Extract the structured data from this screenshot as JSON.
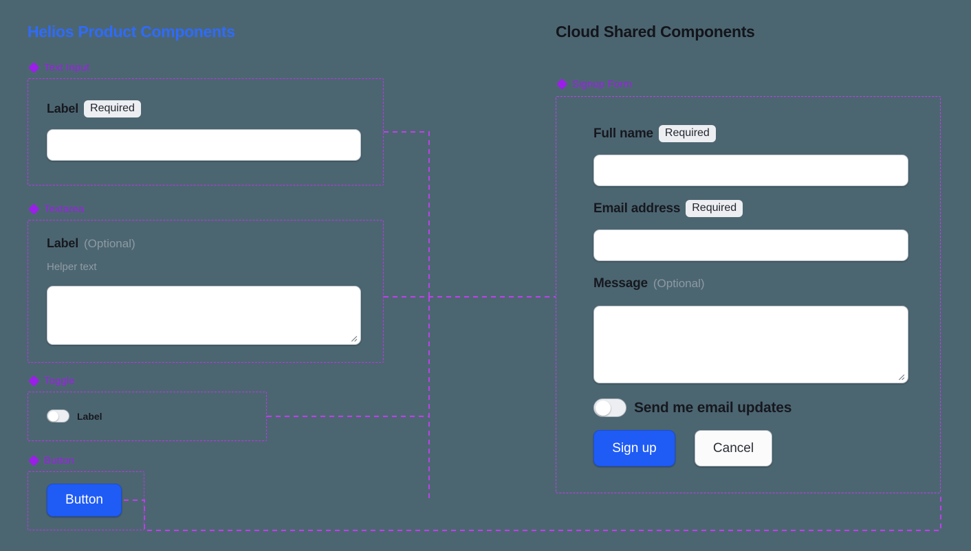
{
  "canvas": {
    "background": "#4c6671",
    "connector_color": "#c23ef2",
    "accent_blue": "#1f5bf5",
    "accent_purple": "#9b1fe8"
  },
  "left_column": {
    "title": "Helios Product Components",
    "title_color": "#2f6bfa",
    "sections": [
      {
        "name": "text-input",
        "marker_icon": "diamond-cluster-icon",
        "marker_label": "Text Input",
        "field": {
          "label": "Label",
          "badge": "Required",
          "input_value": "",
          "input_placeholder": ""
        }
      },
      {
        "name": "textarea",
        "marker_icon": "diamond-cluster-icon",
        "marker_label": "Textarea",
        "field": {
          "label": "Label",
          "optional": "(Optional)",
          "helper": "Helper text",
          "textarea_value": "",
          "textarea_placeholder": ""
        }
      },
      {
        "name": "toggle",
        "marker_icon": "diamond-cluster-icon",
        "marker_label": "Toggle",
        "field": {
          "label": "Label",
          "state": "off"
        }
      },
      {
        "name": "button",
        "marker_icon": "diamond-cluster-icon",
        "marker_label": "Button",
        "field": {
          "label": "Button"
        }
      }
    ]
  },
  "right_column": {
    "title": "Cloud Shared Components",
    "title_color": "#13151b",
    "section": {
      "name": "signup-form",
      "marker_icon": "diamond-cluster-icon",
      "marker_label": "Signup Form",
      "fields": {
        "full_name": {
          "label": "Full name",
          "badge": "Required",
          "value": "",
          "placeholder": ""
        },
        "email": {
          "label": "Email address",
          "badge": "Required",
          "value": "",
          "placeholder": ""
        },
        "message": {
          "label": "Message",
          "optional": "(Optional)",
          "value": "",
          "placeholder": ""
        },
        "email_updates_toggle": {
          "label": "Send me email updates",
          "state": "off"
        }
      },
      "actions": {
        "primary": "Sign up",
        "secondary": "Cancel"
      }
    }
  }
}
